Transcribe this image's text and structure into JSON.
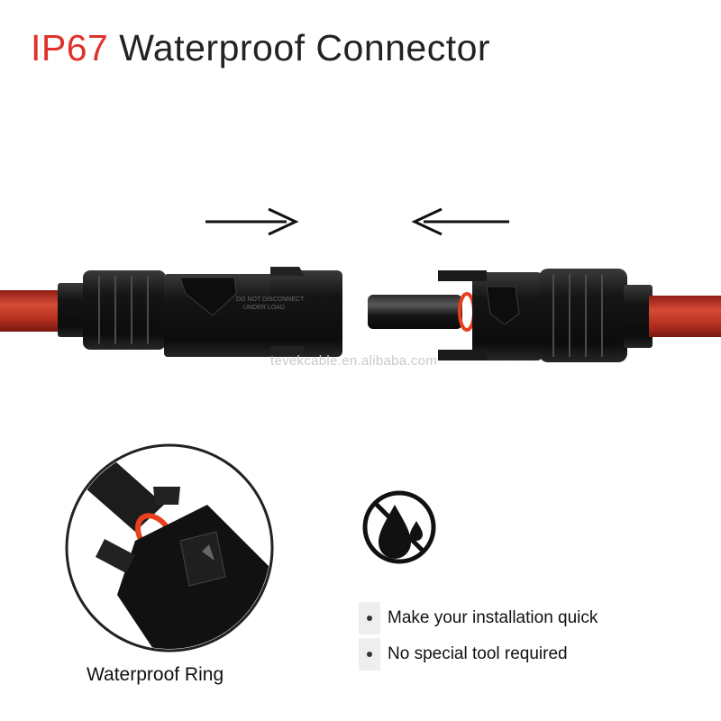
{
  "title": {
    "highlight": "IP67",
    "text": "Waterproof Connector"
  },
  "watermark": "tevekcable.en.alibaba.com",
  "connector_markings": {
    "warning_line1": "DO NOT DISCONNECT",
    "warning_line2": "UNDER LOAD"
  },
  "arrows": [
    "arrow-right-icon",
    "arrow-left-icon"
  ],
  "colors": {
    "title_highlight": "#e0312a",
    "cable": "#c0392b",
    "o_ring": "#e8401f",
    "connector_body": "#1a1a1a"
  },
  "detail": {
    "label": "Waterproof Ring"
  },
  "no_water_icon": "no-water-icon",
  "features": [
    "Make your installation quick",
    "No special tool required"
  ]
}
